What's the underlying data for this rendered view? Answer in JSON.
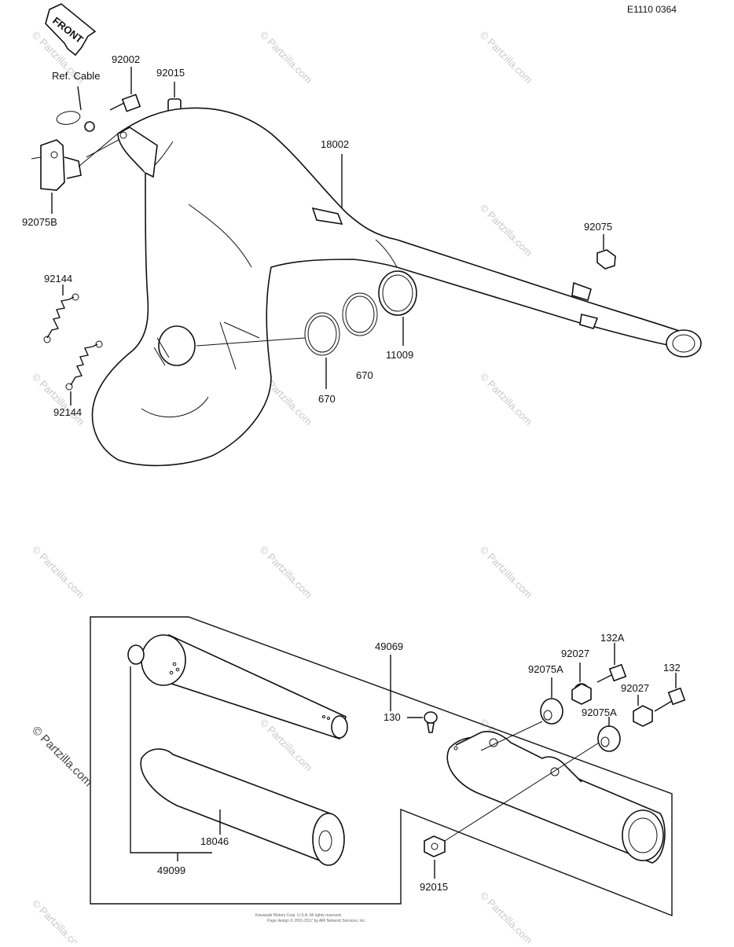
{
  "diagram_code": "E1110 0364",
  "front_label": "FRONT",
  "ref_label": "Ref. Cable",
  "parts": {
    "p92002": "92002",
    "p92015_top": "92015",
    "p18002": "18002",
    "p92075b": "92075B",
    "p92075": "92075",
    "p92144_a": "92144",
    "p92144_b": "92144",
    "p11009": "11009",
    "p670_a": "670",
    "p670_b": "670",
    "p49069": "49069",
    "p132a": "132A",
    "p92027_a": "92027",
    "p132": "132",
    "p92075a_a": "92075A",
    "p92027_b": "92027",
    "p92075a_b": "92075A",
    "p130": "130",
    "p18046": "18046",
    "p49099": "49099",
    "p92015_bot": "92015"
  },
  "watermark": "© Partzilla.com",
  "copyright_lines": [
    "Kawasaki Motors Corp. U.S.A. All rights reserved.",
    "Page design © 2001-2017 by ARI Network Services, Inc."
  ]
}
